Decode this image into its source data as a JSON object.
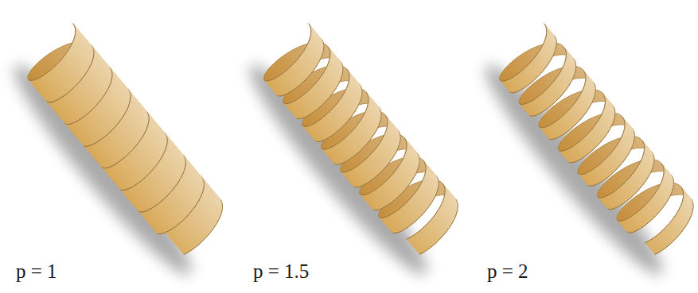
{
  "diagram": {
    "labels": [
      "p = 1",
      "p = 1.5",
      "p = 2"
    ]
  }
}
